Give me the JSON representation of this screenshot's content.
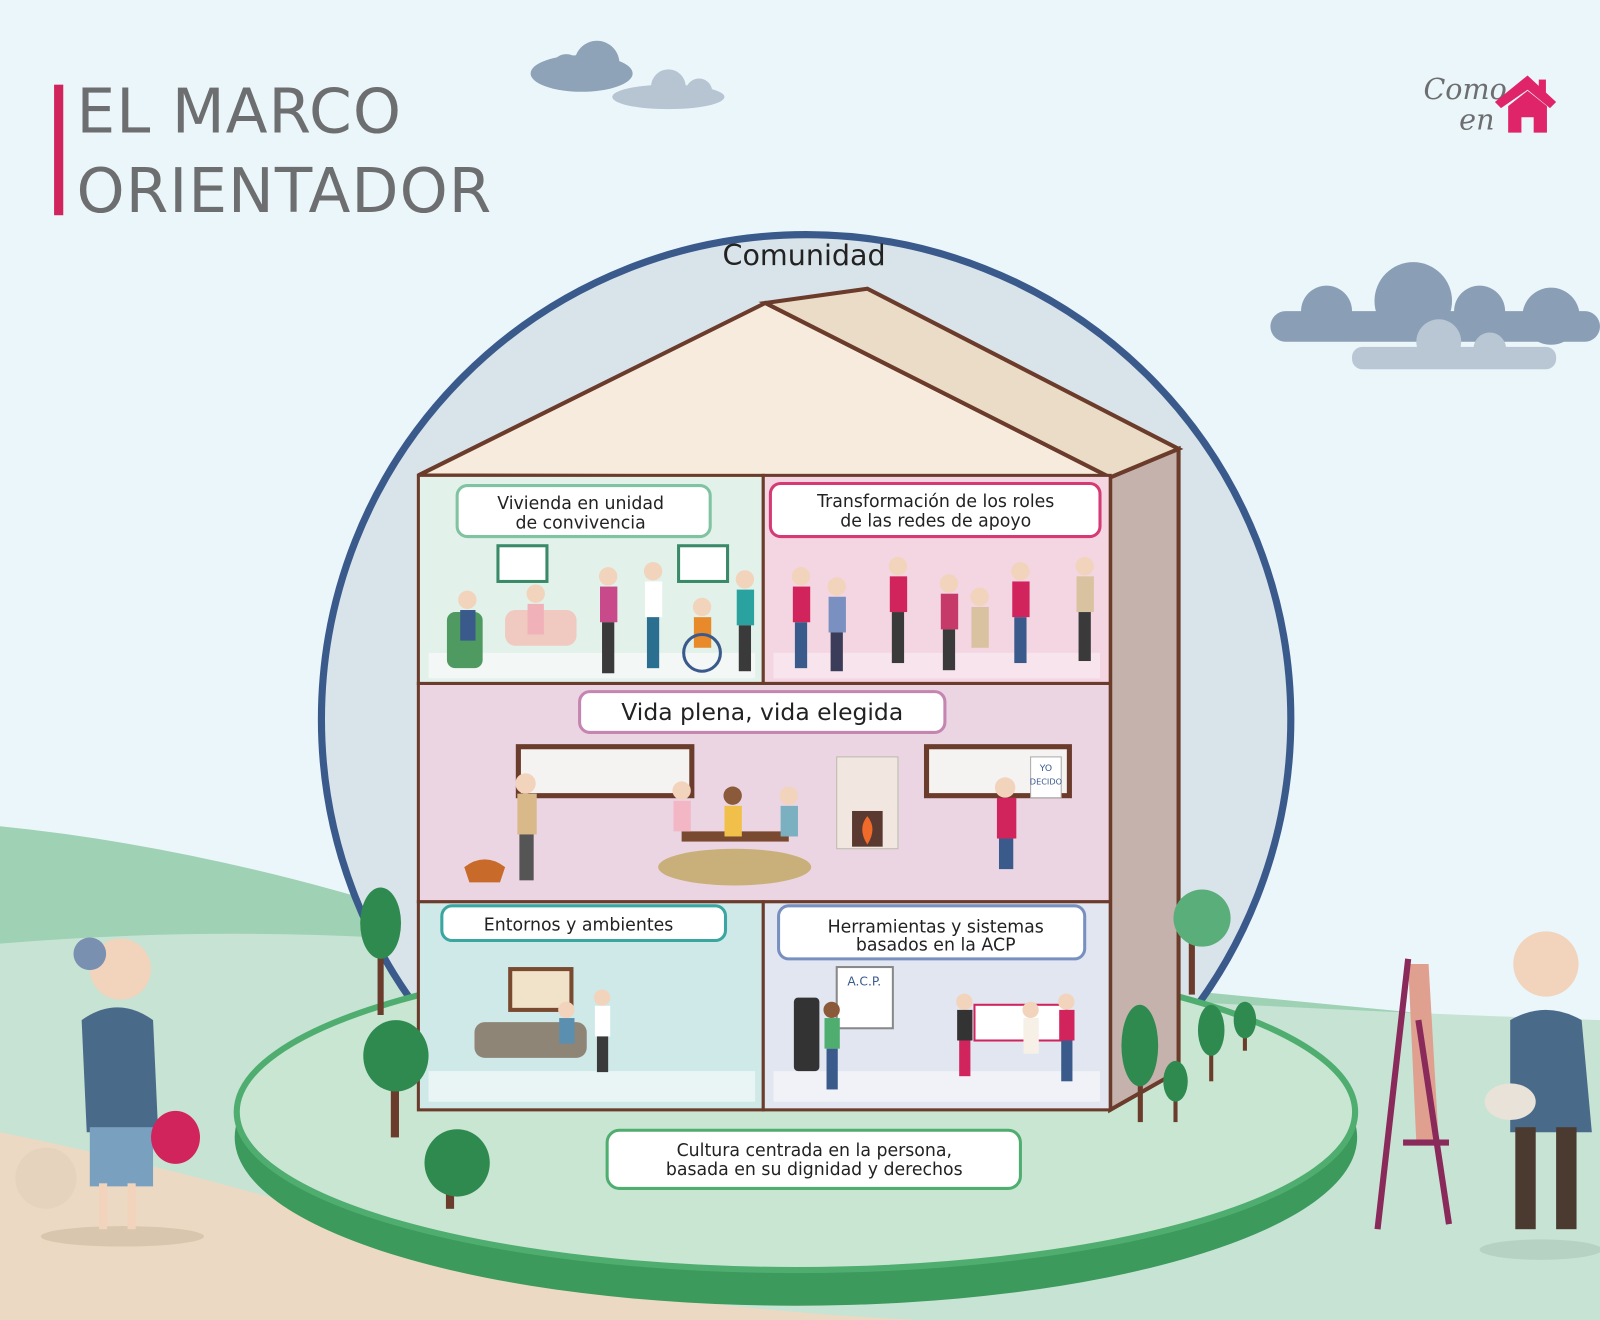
{
  "title": {
    "line1": "EL MARCO",
    "line2": "ORIENTADOR"
  },
  "logo": {
    "line1": "Como",
    "line2": "en",
    "icon": "house-icon",
    "color": "#e0246a"
  },
  "circle_label": "Comunidad",
  "rooms": {
    "top_left": {
      "line1": "Vivienda en unidad",
      "line2": "de convivencia",
      "color": "#7fc3a0"
    },
    "top_right": {
      "line1": "Transformación de los roles",
      "line2": "de las redes de apoyo",
      "color": "#d63a75"
    },
    "middle": {
      "line1": "Vida plena, vida elegida",
      "color": "#c485b0"
    },
    "bottom_left": {
      "line1": "Entornos y ambientes",
      "color": "#3aa6a2"
    },
    "bottom_right": {
      "line1": "Herramientas y sistemas",
      "line2": "basados en la ACP",
      "color": "#7890c0"
    }
  },
  "base_label": {
    "line1": "Cultura centrada en la persona,",
    "line2": "basada en su dignidad y derechos"
  },
  "signs": {
    "yo_decido": [
      "YO",
      "DECIDO"
    ],
    "board": "A.C.P."
  },
  "colors": {
    "accent": "#d1245c",
    "circle": "#3b5a8c",
    "ground": "#4fa36f",
    "sky": "#ebf6fb"
  }
}
